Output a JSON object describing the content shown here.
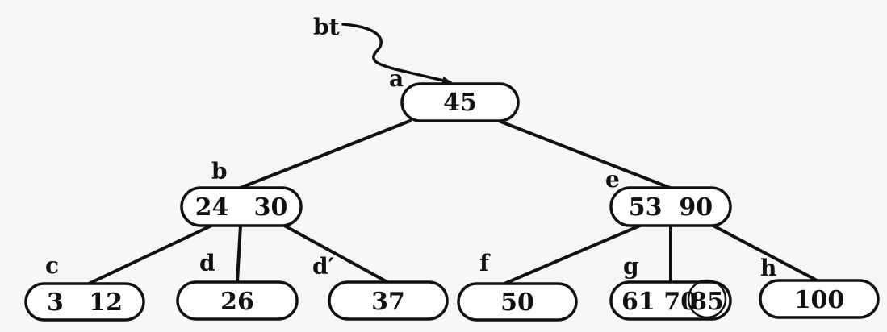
{
  "root_pointer": {
    "label": "bt"
  },
  "nodes": [
    {
      "id": "a",
      "label": "a",
      "keys": "45"
    },
    {
      "id": "b",
      "label": "b",
      "keys": "24   30"
    },
    {
      "id": "e",
      "label": "e",
      "keys": "53  90"
    },
    {
      "id": "c",
      "label": "c",
      "keys": "3   12"
    },
    {
      "id": "d",
      "label": "d",
      "keys": "26"
    },
    {
      "id": "d2",
      "label": "d′",
      "keys": "37"
    },
    {
      "id": "f",
      "label": "f",
      "keys": "50"
    },
    {
      "id": "g",
      "label": "g",
      "keys": "61 70",
      "highlighted_key": "85"
    },
    {
      "id": "h",
      "label": "h",
      "keys": "100"
    }
  ],
  "edges": [
    {
      "from": "a",
      "to": "b"
    },
    {
      "from": "a",
      "to": "e"
    },
    {
      "from": "b",
      "to": "c"
    },
    {
      "from": "b",
      "to": "d"
    },
    {
      "from": "b",
      "to": "d2"
    },
    {
      "from": "e",
      "to": "f"
    },
    {
      "from": "e",
      "to": "g"
    },
    {
      "from": "e",
      "to": "h"
    }
  ],
  "colors": {
    "ink": "#111111",
    "paper": "#f7f7f5",
    "node_fill": "#ffffff"
  }
}
